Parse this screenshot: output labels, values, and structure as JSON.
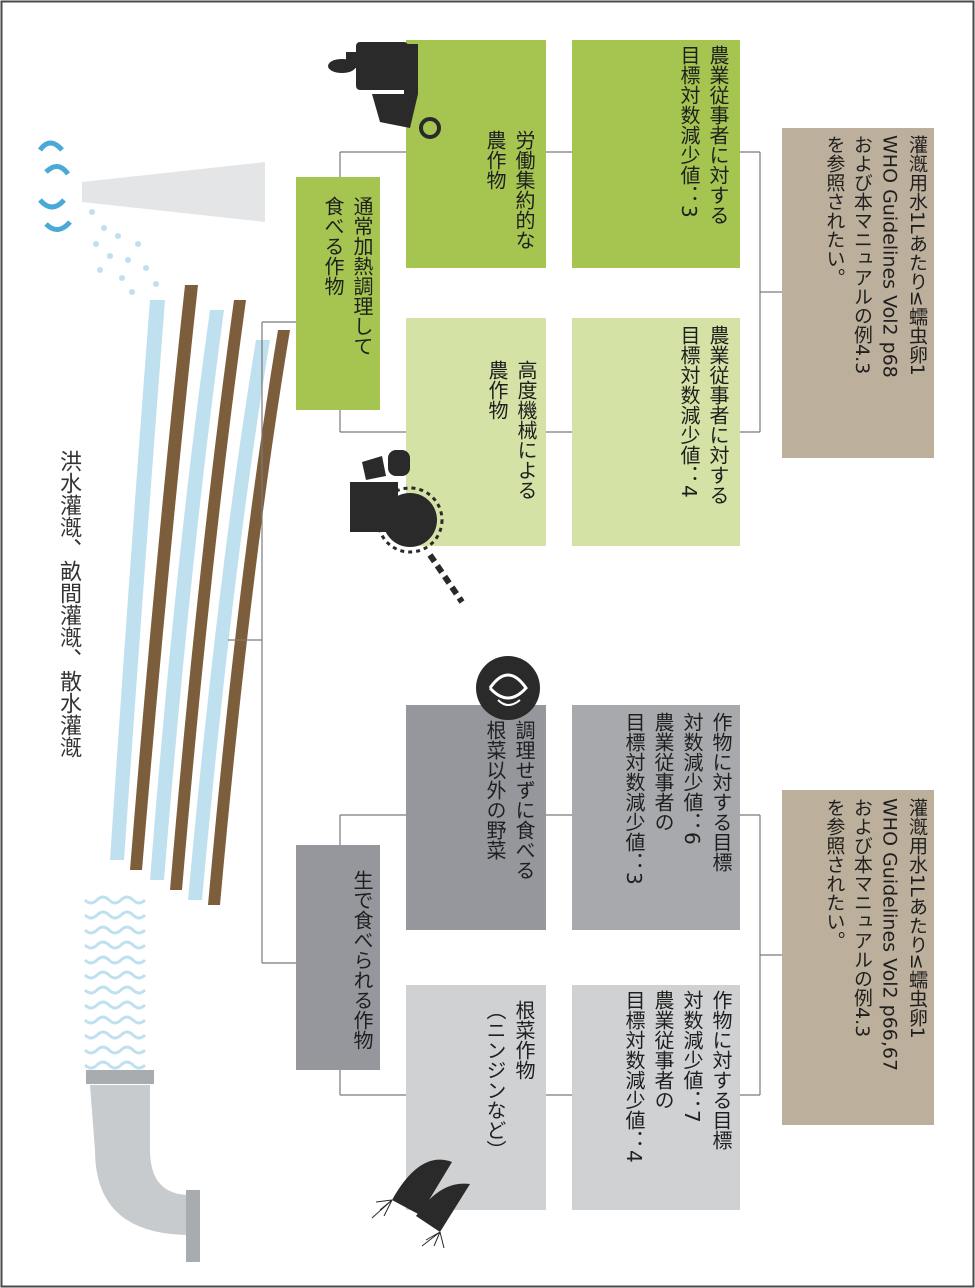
{
  "title": "洪水灌漑、畝間灌漑、散水灌漑",
  "branches": {
    "raw": {
      "label": "生で食べられる作物",
      "crops": [
        {
          "label": "根菜作物\n（ニンジンなど）",
          "target": "作物に対する目標\n対数減少値：7\n農業従事者の\n目標対数減少値：4"
        },
        {
          "label": "調理せずに食べる\n根菜以外の野菜",
          "target": "作物に対する目標\n対数減少値：6\n農業従事者の\n目標対数減少値：3"
        }
      ],
      "note": "灌漑用水1Lあたり≤蠕虫卵1\nWHO Guidelines Vol2 p66,67\nおよび本マニュアルの例4.3\nを参照されたい。"
    },
    "cooked": {
      "label": "通常加熱調理して\n食べる作物",
      "crops": [
        {
          "label": "高度機械による\n農作物",
          "target": "農業従事者に対する\n目標対数減少値：4"
        },
        {
          "label": "労働集約的な\n農作物",
          "target": "農業従事者に対する\n目標対数減少値：3"
        }
      ],
      "note": "灌漑用水1Lあたり≤蠕虫卵1\nWHO Guidelines Vol2 p68\nおよび本マニュアルの例4.3\nを参照されたい。"
    }
  },
  "colors": {
    "dark_gray": "#95979c",
    "mid_gray": "#a7a9ad",
    "light_gray": "#cfd1d3",
    "green": "#a5c550",
    "light_green": "#d5e2a6",
    "tan": "#bcaf9b",
    "water": "#bfe0ee",
    "soil": "#7d5e3c"
  }
}
